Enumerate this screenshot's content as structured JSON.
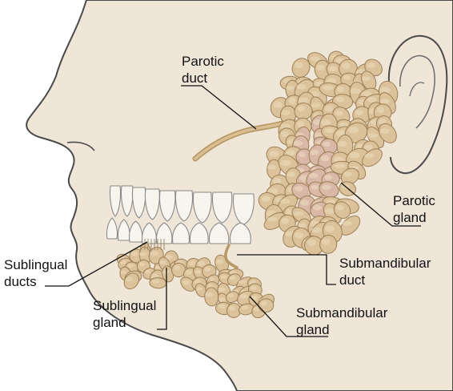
{
  "colors": {
    "skin": "#efe6d8",
    "outline": "#4a4a4a",
    "gland_fill": "#dcc29a",
    "gland_stroke": "#9c7f55",
    "gland_highlight": "#ecdcc0",
    "gland_inner": "#d9b8a8",
    "duct": "#c9a874",
    "teeth_stroke": "#8a8a8a",
    "leader_line": "#111111"
  },
  "labels": {
    "parotid_duct": [
      "Parotic",
      "duct"
    ],
    "parotid_gland": [
      "Parotic",
      "gland"
    ],
    "sublingual_ducts": [
      "Sublingual",
      "ducts"
    ],
    "sublingual_gland": [
      "Sublingual",
      "gland"
    ],
    "submandibular_duct": [
      "Submandibular",
      "duct"
    ],
    "submandibular_gland": [
      "Submandibular",
      "gland"
    ]
  }
}
